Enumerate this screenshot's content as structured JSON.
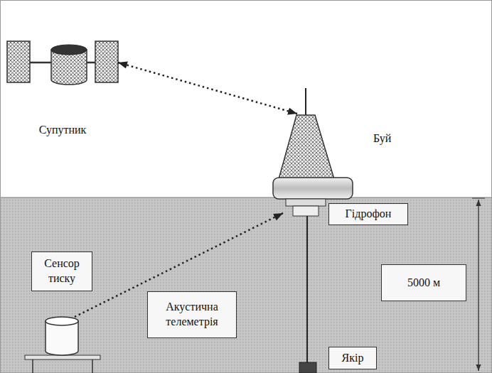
{
  "diagram": {
    "nodes": [
      {
        "text": [
          "Супутник"
        ]
      },
      {
        "text": [
          "Буй"
        ]
      },
      {
        "text": [
          "Гідрофон"
        ]
      },
      {
        "text": [
          "Сенсор тиску"
        ]
      },
      {
        "text": [
          "Акустична телеметрія"
        ]
      },
      {
        "text": [
          "5000 м"
        ]
      },
      {
        "text": [
          "Якір"
        ]
      }
    ],
    "edges": [
      {
        "from": 0,
        "to": 1,
        "arrow": "both"
      },
      {
        "from": 3,
        "to": 1,
        "arrow": "to"
      }
    ]
  }
}
